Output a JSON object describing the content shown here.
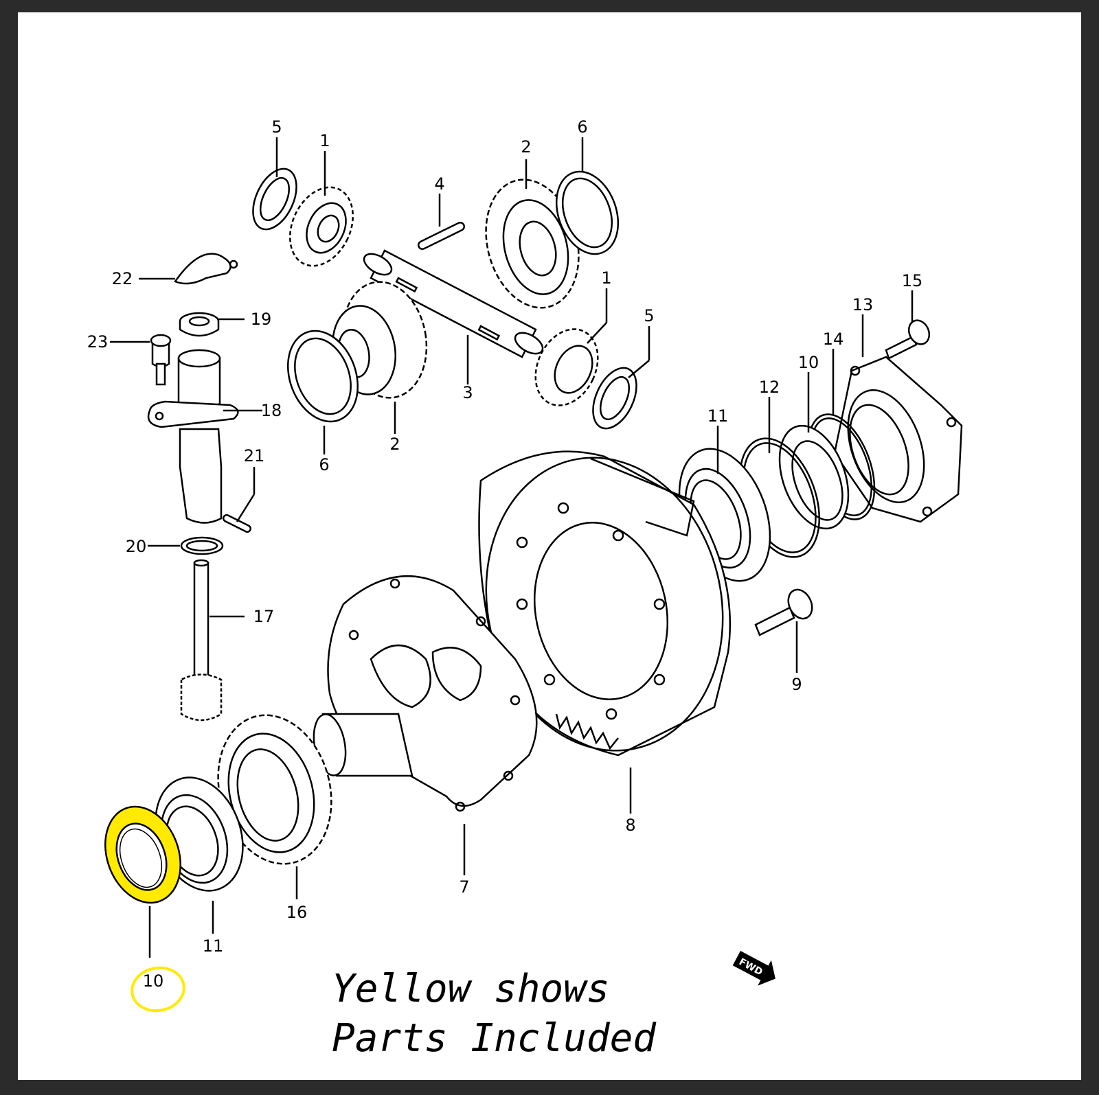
{
  "labels": {
    "l5a": "5",
    "l1a": "1",
    "l2a": "2",
    "l6a": "6",
    "l4": "4",
    "l22": "22",
    "l19": "19",
    "l23": "23",
    "l18": "18",
    "l21": "21",
    "l20": "20",
    "l17": "17",
    "l3": "3",
    "l2b": "2",
    "l6b": "6",
    "l1b": "1",
    "l5b": "5",
    "l15": "15",
    "l13": "13",
    "l14": "14",
    "l10a": "10",
    "l12": "12",
    "l11a": "11",
    "l9": "9",
    "l8": "8",
    "l7": "7",
    "l16": "16",
    "l11b": "11",
    "l10b": "10"
  },
  "fwd": "FWD",
  "caption": {
    "line1": "Yellow shows",
    "line2": "Parts Included"
  },
  "colors": {
    "highlight": "#ffea00",
    "frame": "#2b2b2b",
    "paper": "#ffffff",
    "ink": "#000000"
  }
}
